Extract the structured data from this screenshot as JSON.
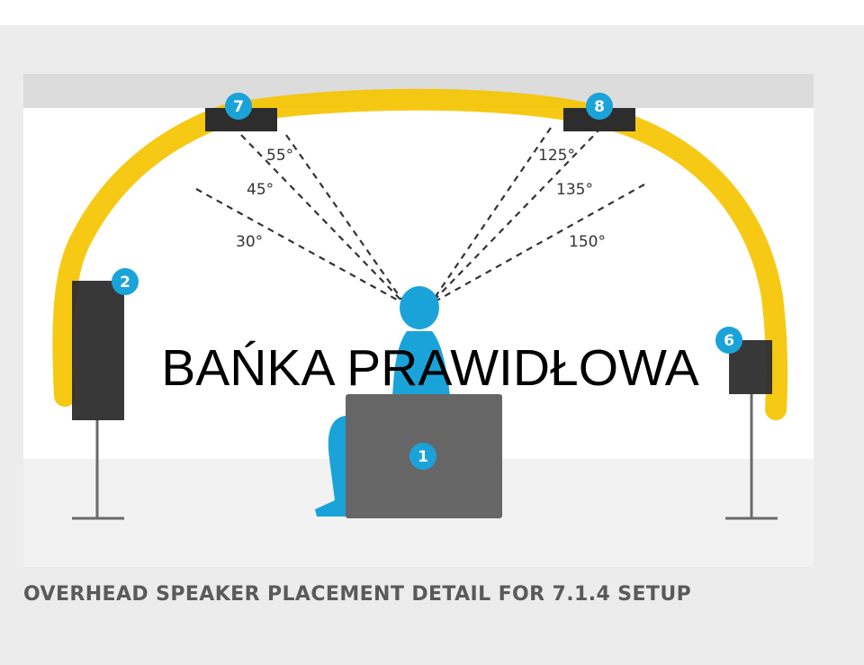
{
  "overlay_text": "BAŃKA PRAWIDŁOWA",
  "caption": "OVERHEAD SPEAKER PLACEMENT DETAIL FOR 7.1.4 SETUP",
  "speakers": {
    "front_left": "2",
    "center": "1",
    "front_right": "6",
    "top_left": "7",
    "top_right": "8"
  },
  "angles": {
    "left": [
      "55°",
      "45°",
      "30°"
    ],
    "right": [
      "125°",
      "135°",
      "150°"
    ]
  },
  "colors": {
    "accent_blue": "#1aa3d9",
    "highlight_yellow": "#f5c400",
    "speaker_dark": "#2d2d2d",
    "ceiling": "#dcdcdc"
  }
}
